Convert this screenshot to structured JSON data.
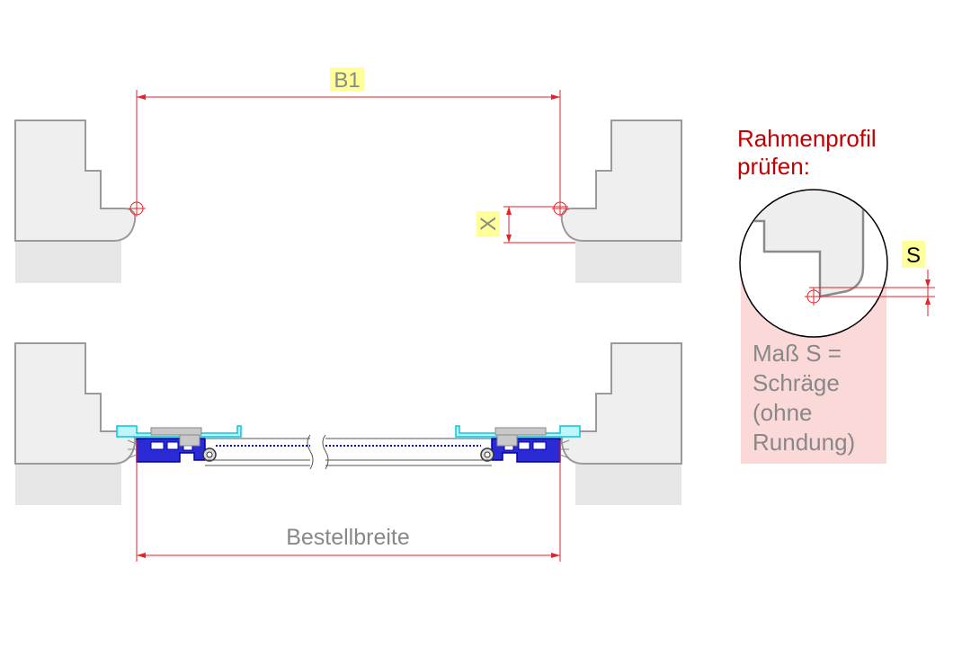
{
  "labels": {
    "b1": "B1",
    "x": "X",
    "s": "S",
    "bestellbreite": "Bestellbreite"
  },
  "note": {
    "heading_line1": "Rahmenprofil",
    "heading_line2": "prüfen:",
    "body_line1": "Maß S =",
    "body_line2": "Schräge",
    "body_line3": "(ohne",
    "body_line4": "Rundung)"
  },
  "colors": {
    "dimension": "#e8202a",
    "heading": "#c00000",
    "note_bg": "#fcd9d9",
    "label_bg": "#ffff99",
    "frame_fill": "#ededed",
    "frame_stroke": "#9a9a9a",
    "profile_blue": "#0000cc",
    "cyan": "#00d4e8",
    "grey_text": "#888888"
  }
}
